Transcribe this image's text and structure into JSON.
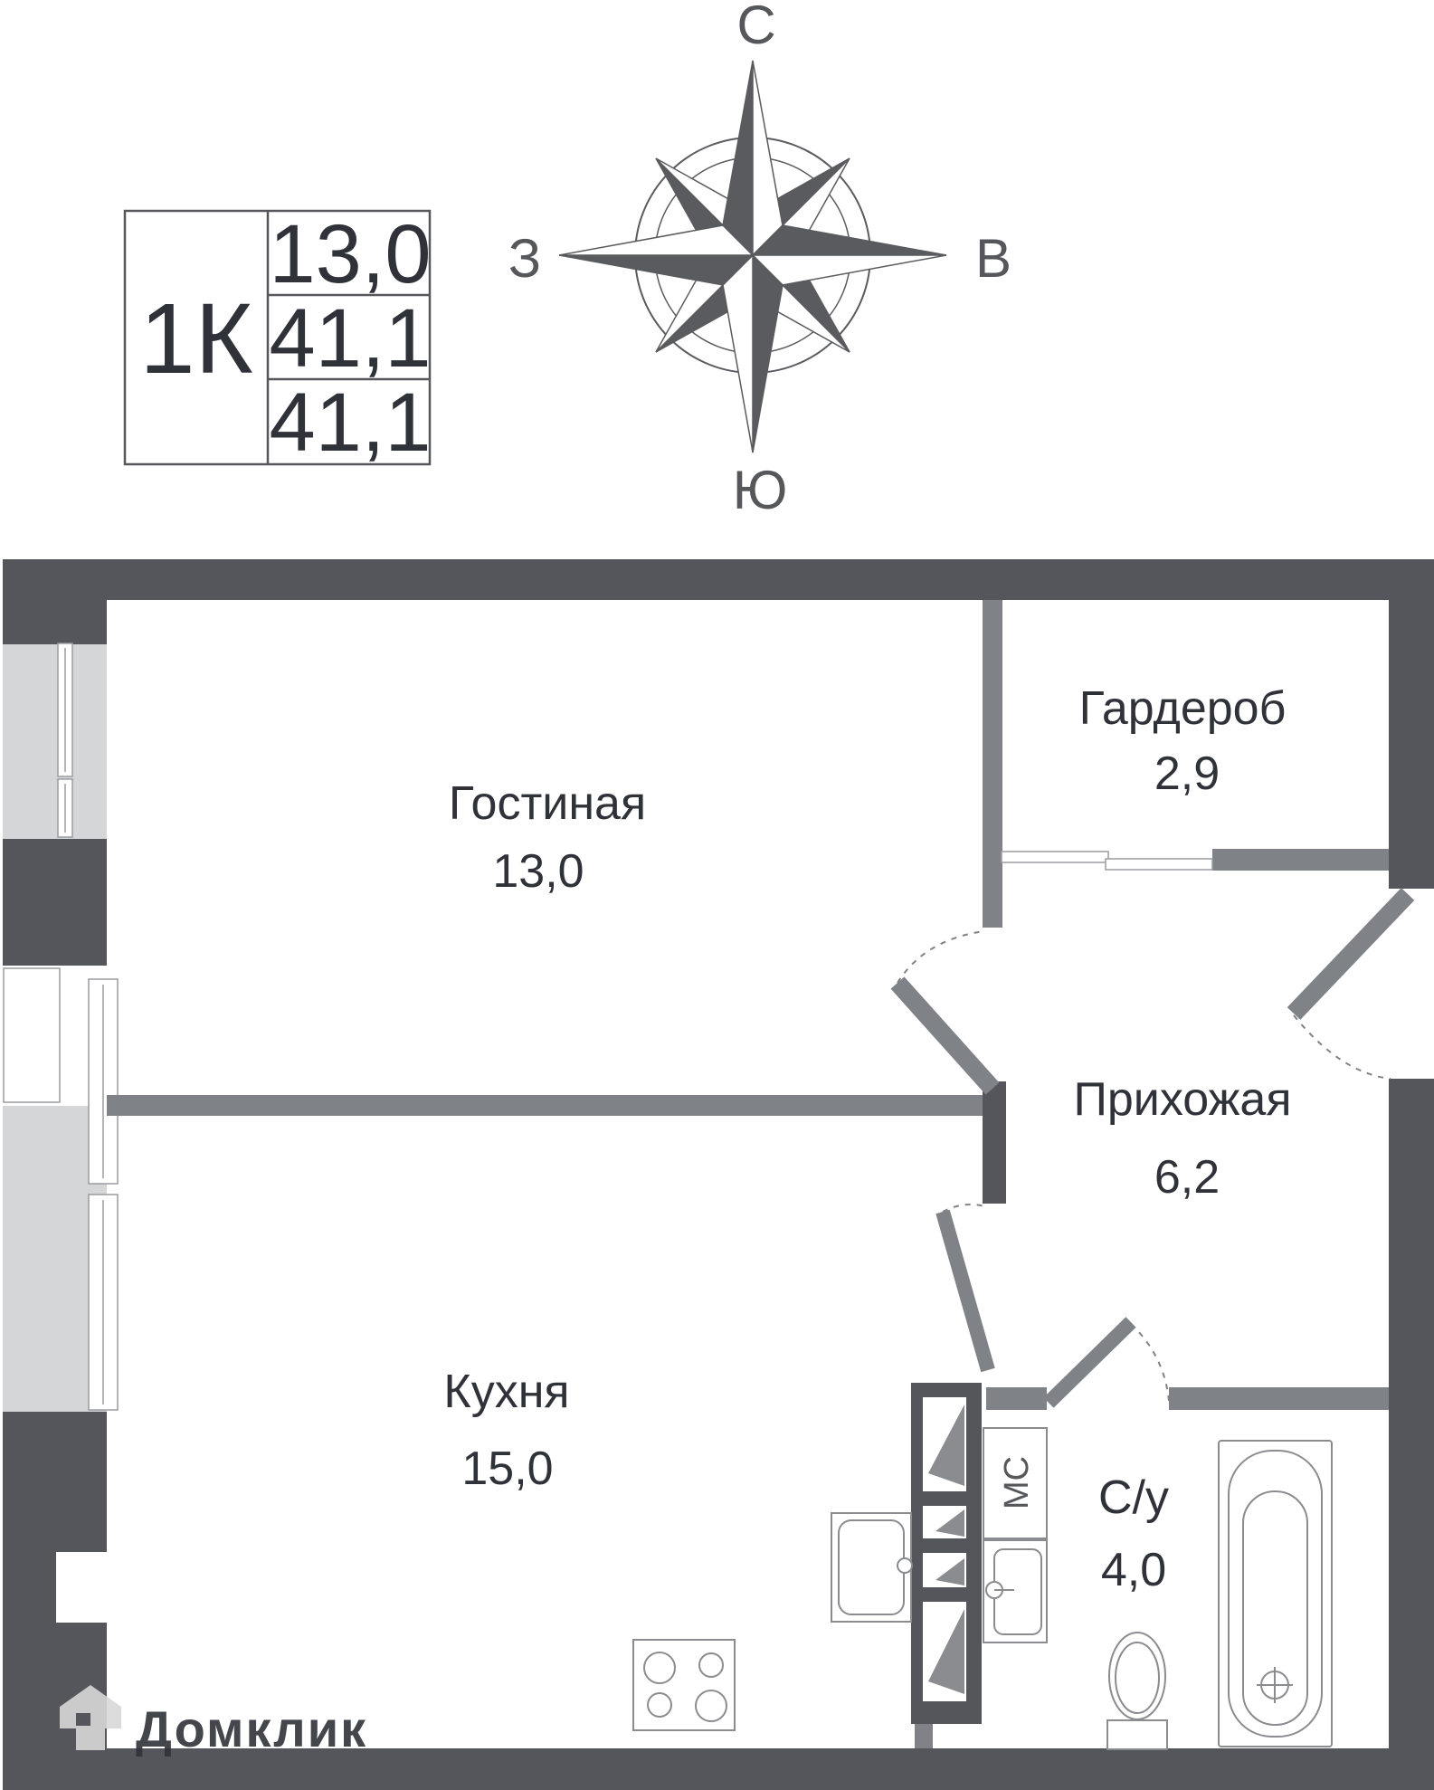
{
  "info_box": {
    "unit_type": "1К",
    "room_area": "13,0",
    "total_area": "41,1",
    "overall_area": "41,1"
  },
  "compass": {
    "north": "С",
    "east": "В",
    "south": "Ю",
    "west": "З"
  },
  "rooms": {
    "living": {
      "name": "Гостиная",
      "area": "13,0"
    },
    "wardrobe": {
      "name": "Гардероб",
      "area": "2,9"
    },
    "hallway": {
      "name": "Прихожая",
      "area": "6,2"
    },
    "kitchen": {
      "name": "Кухня",
      "area": "15,0"
    },
    "bathroom": {
      "name": "С/у",
      "area": "4,0"
    }
  },
  "labels": {
    "washing_machine": "МС"
  },
  "watermark": {
    "text": "Домклик"
  },
  "colors": {
    "wall_exterior": "#54565B",
    "wall_interior": "#7F8287",
    "window_zone": "#D5D6D8",
    "fixture_outline": "#8A8C90",
    "text": "#2F3238",
    "compass": "#595B5E",
    "watermark": "#D8D8D8"
  }
}
